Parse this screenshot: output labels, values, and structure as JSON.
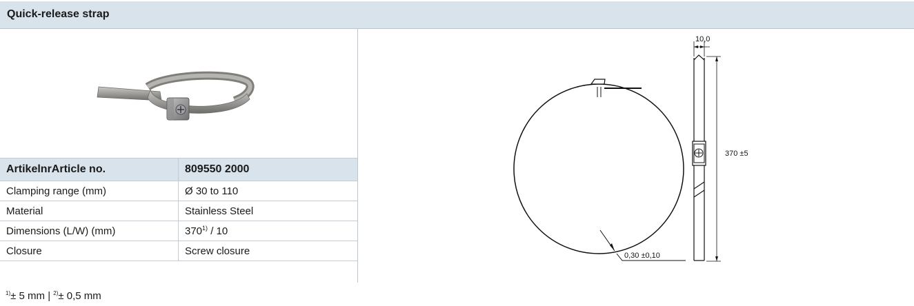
{
  "header": {
    "title": "Quick-release strap"
  },
  "spec_table": {
    "header": {
      "label": "ArtikelnrArticle no.",
      "value": "809550 2000"
    },
    "rows": [
      {
        "label": "Clamping range (mm)",
        "value": "Ø 30 to 110"
      },
      {
        "label": "Material",
        "value": "Stainless Steel"
      },
      {
        "label": "Dimensions (L/W) (mm)",
        "value": "370",
        "value_sup": "1)",
        "value_suffix": " / 10"
      },
      {
        "label": "Closure",
        "value": "Screw closure"
      }
    ]
  },
  "drawing": {
    "width_dim": "10,0",
    "length_dim": "370 ±5",
    "thickness_dim": "0,30 ±0,10"
  },
  "footnote": {
    "sup1": "1)",
    "text1": "± 5 mm | ",
    "sup2": "2)",
    "text2": "± 0,5 mm"
  }
}
